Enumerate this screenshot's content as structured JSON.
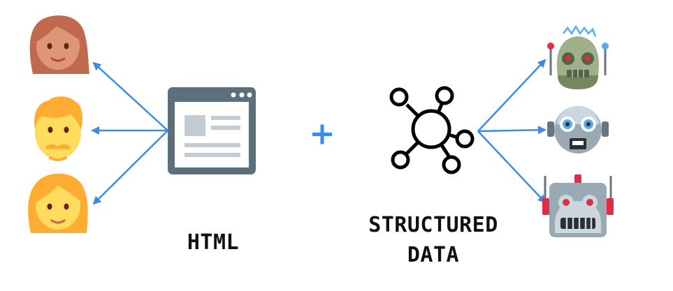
{
  "labels": {
    "html": "HTML",
    "structured_line1": "STRUCTURED",
    "structured_line2": "DATA"
  },
  "plus_sign": "+",
  "colors": {
    "arrow": "#3b8be8",
    "plus": "#3b8be8",
    "html_icon": "#5b6f7c",
    "html_icon_light": "#c2ccd2",
    "network_icon": "#000000",
    "label_text": "#111111"
  },
  "left_group": {
    "people": [
      {
        "icon": "woman-red-hair-icon"
      },
      {
        "icon": "man-beard-icon"
      },
      {
        "icon": "woman-icon"
      }
    ]
  },
  "right_group": {
    "robots": [
      {
        "icon": "green-robot-icon"
      },
      {
        "icon": "round-robot-icon"
      },
      {
        "icon": "gray-robot-icon"
      }
    ]
  }
}
